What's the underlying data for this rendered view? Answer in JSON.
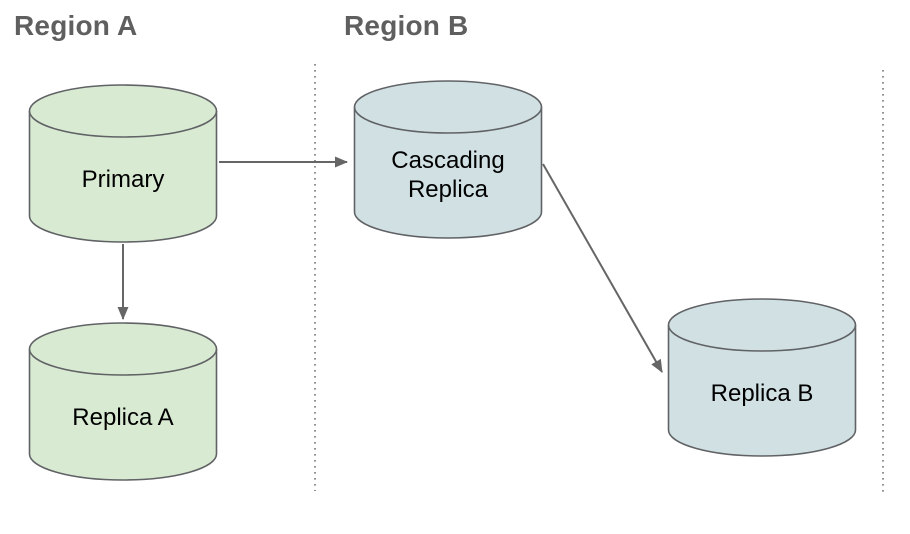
{
  "colors": {
    "region_title": "#5f5f5f",
    "outline": "#606265",
    "connector": "#666666",
    "divider": "#757575",
    "green_fill": "#d9ead3",
    "blue_fill": "#d0e0e3",
    "label_text": "#000000"
  },
  "regions": [
    {
      "label": "Region A"
    },
    {
      "label": "Region B"
    }
  ],
  "nodes": [
    {
      "label": "Primary",
      "region": "Region A",
      "shape": "database-cylinder",
      "color": "#d9ead3"
    },
    {
      "label": "Replica A",
      "region": "Region A",
      "shape": "database-cylinder",
      "color": "#d9ead3"
    },
    {
      "label": "Cascading Replica",
      "region": "Region B",
      "shape": "database-cylinder",
      "color": "#d0e0e3"
    },
    {
      "label": "Replica B",
      "region": "Region B",
      "shape": "database-cylinder",
      "color": "#d0e0e3"
    }
  ],
  "edges": [
    {
      "from": "Primary",
      "to": "Cascading Replica"
    },
    {
      "from": "Primary",
      "to": "Replica A"
    },
    {
      "from": "Cascading Replica",
      "to": "Replica B"
    }
  ]
}
